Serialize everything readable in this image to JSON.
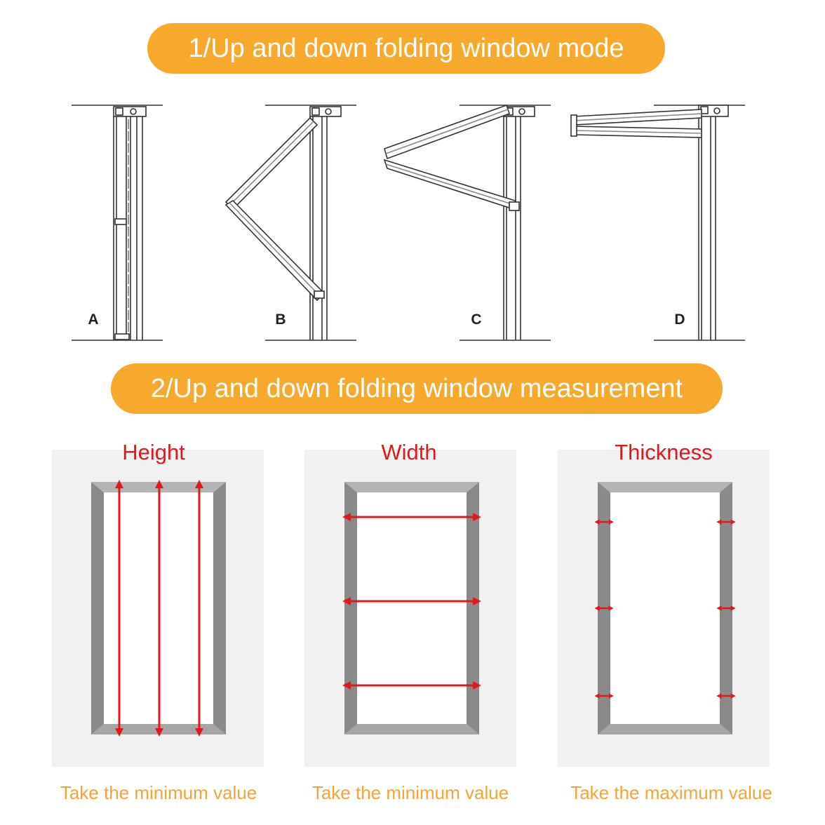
{
  "headings": {
    "mode": "1/Up and down folding window mode",
    "measurement": "2/Up and down folding window measurement"
  },
  "mode_diagrams": [
    {
      "label": "A"
    },
    {
      "label": "B"
    },
    {
      "label": "C"
    },
    {
      "label": "D"
    }
  ],
  "measurements": [
    {
      "title": "Height",
      "caption": "Take the minimum value"
    },
    {
      "title": "Width",
      "caption": "Take the minimum value"
    },
    {
      "title": "Thickness",
      "caption": "Take the maximum value"
    }
  ],
  "colors": {
    "accent": "#f7a92e",
    "arrow": "#e0191d",
    "caption": "#f4a43a",
    "frame": "#8a8a8a",
    "panel_bg": "#f1f1f1"
  }
}
